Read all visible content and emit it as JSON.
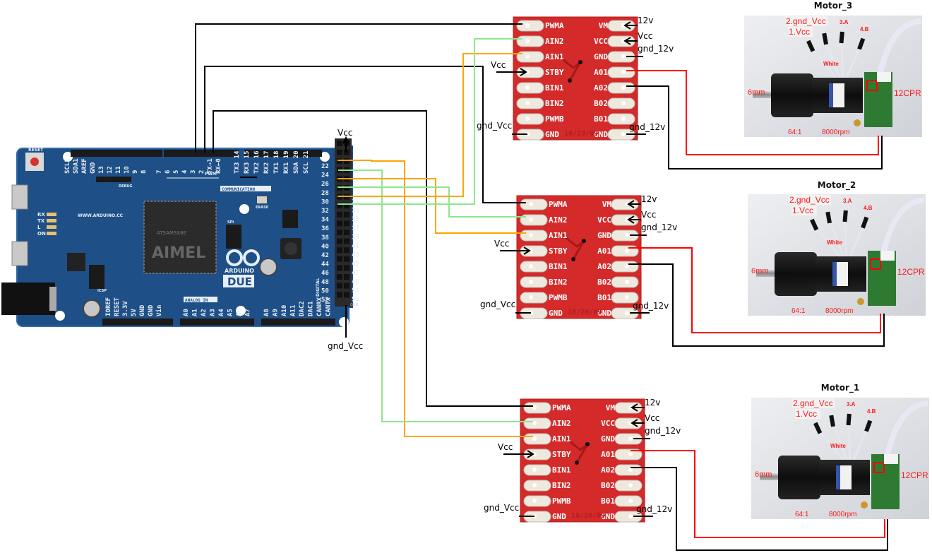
{
  "title": "Arduino Due to 3x TB6612FNG motor drivers and 3 encoder gear motors wiring diagram",
  "colors": {
    "wire_black": "#000000",
    "wire_green": "#8ee68e",
    "wire_orange": "#ffa500",
    "wire_red": "#ff0000",
    "driver_board": "#d42a2a",
    "arduino_board": "#1e4f86",
    "motor_label": "#ff1a1a"
  },
  "arduino": {
    "name": "Arduino DUE",
    "logo_text": "ARDUINO",
    "model_text": "DUE",
    "chip_text": "ATSAM3X8E",
    "website": "WWW.ARDUINO.CC",
    "reset_label": "RESET",
    "erase_label": "ERASE",
    "debug_label": "DEBUG",
    "spi_label": "SPI",
    "icsp_label": "ICSP",
    "pwm_label": "PWM",
    "communication_label": "COMMUNICATION",
    "analog_label": "ANALOG IN",
    "digital_label": "DIGITAL",
    "led_labels": [
      "RX",
      "TX",
      "L",
      "ON"
    ],
    "top_header_pins": [
      "SCL1",
      "SDA1",
      "AREF",
      "GND",
      "13",
      "12",
      "11",
      "10",
      "9",
      "8",
      "7",
      "6",
      "5",
      "4",
      "3",
      "2",
      "TX→1",
      "RX←0",
      "TX3 14",
      "RX3 15",
      "TX2 16",
      "RX2 17",
      "TX1 18",
      "RX1 19",
      "SDA 20",
      "SCL 21"
    ],
    "bottom_power_pins": [
      "IOREF",
      "RESET",
      "3.3V",
      "5V",
      "GND",
      "GND",
      "Vin"
    ],
    "bottom_analog_pins": [
      "A0",
      "A1",
      "A2",
      "A3",
      "A4",
      "A5",
      "A6",
      "A7",
      "A8",
      "A9",
      "A10",
      "A11",
      "DAC2",
      "DAC1",
      "CANRX",
      "CANTX"
    ],
    "side_header_left": [
      "22",
      "24",
      "26",
      "28",
      "30",
      "32",
      "34",
      "36",
      "38",
      "40",
      "42",
      "44",
      "46",
      "48",
      "50",
      "52"
    ],
    "side_header_right": [
      "31",
      "33",
      "35",
      "37",
      "39",
      "41",
      "43",
      "45",
      "47",
      "49",
      "51",
      "53"
    ],
    "side_gnd_label": "GND",
    "vcc_label": "Vcc",
    "gnd_label": "gnd_Vcc"
  },
  "drivers": [
    {
      "id": "driver_3",
      "left_pins": [
        "PWMA",
        "AIN2",
        "AIN1",
        "STBY",
        "BIN1",
        "BIN2",
        "PWMB",
        "GND"
      ],
      "right_pins": [
        "VM",
        "VCC",
        "GND",
        "A01",
        "A02",
        "B02",
        "B01",
        "GND"
      ],
      "date_text": "10/20/09",
      "labels": {
        "vm": "12v",
        "vcc": "Vcc",
        "gnd_top": "gnd_12v",
        "gnd_bottom": "gnd_12v",
        "stby": "Vcc",
        "gnd_left": "gnd_Vcc"
      }
    },
    {
      "id": "driver_2",
      "left_pins": [
        "PWMA",
        "AIN2",
        "AIN1",
        "STBY",
        "BIN1",
        "BIN2",
        "PWMB",
        "GND"
      ],
      "right_pins": [
        "VM",
        "VCC",
        "GND",
        "A01",
        "A02",
        "B02",
        "B01",
        "GND"
      ],
      "date_text": "10/20/09",
      "labels": {
        "vm": "12v",
        "vcc": "Vcc",
        "gnd_top": "gnd_12v",
        "gnd_bottom": "gnd_12v",
        "stby": "Vcc",
        "gnd_left": "gnd_Vcc"
      }
    },
    {
      "id": "driver_1",
      "left_pins": [
        "PWMA",
        "AIN2",
        "AIN1",
        "STBY",
        "BIN1",
        "BIN2",
        "PWMB",
        "GND"
      ],
      "right_pins": [
        "VM",
        "VCC",
        "GND",
        "A01",
        "A02",
        "B02",
        "B01",
        "GND"
      ],
      "date_text": "10/20/09",
      "labels": {
        "vm": "12v",
        "vcc": "Vcc",
        "gnd_top": "gnd_12v",
        "gnd_bottom": "gnd_12v",
        "stby": "Vcc",
        "gnd_left": "gnd_Vcc"
      }
    }
  ],
  "motors": [
    {
      "title": "Motor_3",
      "wire_vcc": "1.Vcc",
      "wire_gnd": "2.gnd_Vcc",
      "wire_a": "3.A",
      "wire_b": "4.B",
      "wire_color": "White",
      "shaft": "6mm",
      "encoder": "12CPR",
      "ratio": "64:1",
      "speed": "8000rpm"
    },
    {
      "title": "Motor_2",
      "wire_vcc": "1.Vcc",
      "wire_gnd": "2.gnd_Vcc",
      "wire_a": "3.A",
      "wire_b": "4.B",
      "wire_color": "White",
      "shaft": "6mm",
      "encoder": "12CPR",
      "ratio": "64:1",
      "speed": "8000rpm"
    },
    {
      "title": "Motor_1",
      "wire_vcc": "1.Vcc",
      "wire_gnd": "2.gnd_Vcc",
      "wire_a": "3.A",
      "wire_b": "4.B",
      "wire_color": "White",
      "shaft": "6mm",
      "encoder": "12CPR",
      "ratio": "64:1",
      "speed": "8000rpm"
    }
  ],
  "connections": [
    {
      "from": "Arduino pin 4",
      "to": "Driver 3 PWMA",
      "color": "black"
    },
    {
      "from": "Arduino pin 3",
      "to": "Driver 3 STBY-level line / Driver 2 PWMA",
      "color": "black"
    },
    {
      "from": "Arduino pin 2",
      "to": "Driver 1 PWMA",
      "color": "black"
    },
    {
      "from": "Arduino pin 22",
      "to": "Driver 1 AIN1",
      "color": "orange"
    },
    {
      "from": "Arduino pin 24",
      "to": "Driver 1 AIN2",
      "color": "green"
    },
    {
      "from": "Arduino pin 26",
      "to": "Driver 2 AIN1",
      "color": "orange"
    },
    {
      "from": "Arduino pin 28",
      "to": "Driver 2 AIN2",
      "color": "green"
    },
    {
      "from": "Arduino pin 30",
      "to": "Driver 3 AIN1",
      "color": "orange"
    },
    {
      "from": "Arduino pin 32",
      "to": "Driver 3 AIN2",
      "color": "green"
    },
    {
      "from": "Driver A01",
      "to": "Motor +",
      "color": "red"
    },
    {
      "from": "Driver A02",
      "to": "Motor -",
      "color": "black"
    }
  ]
}
